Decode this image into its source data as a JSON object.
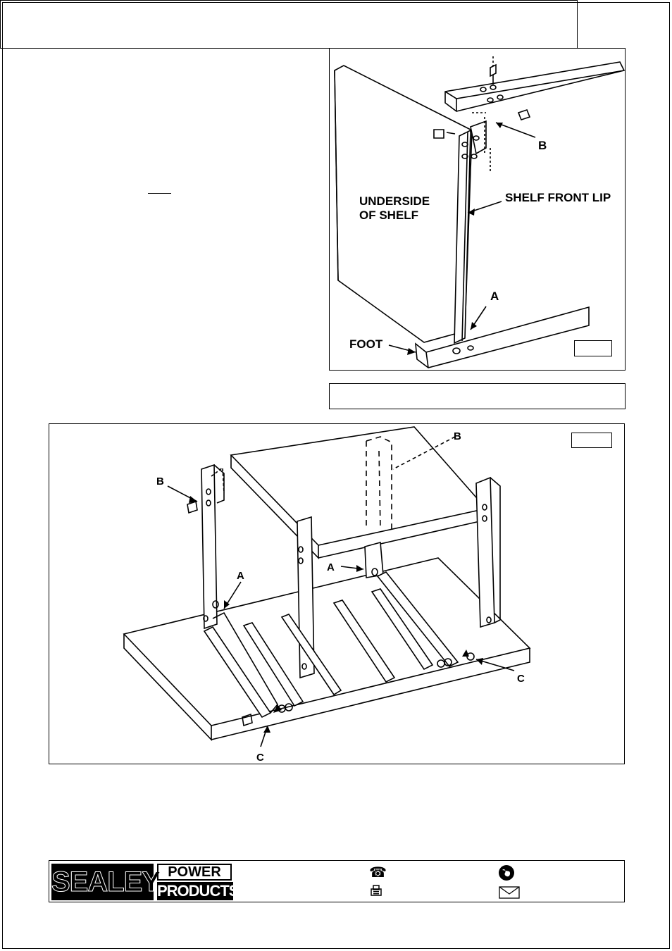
{
  "figure1": {
    "labels": {
      "underside_line1": "UNDERSIDE",
      "underside_line2": "OF SHELF",
      "shelf_front_lip": "SHELF FRONT LIP",
      "b": "B",
      "a": "A",
      "foot": "FOOT"
    }
  },
  "figure2": {
    "labels": {
      "b_top": "B",
      "b_left": "B",
      "a_left": "A",
      "a_mid": "A",
      "c_right": "C",
      "c_bottom": "C"
    }
  },
  "footer": {
    "brand": "SEALEY",
    "power": "POWER",
    "products": "PRODUCTS",
    "icons": [
      "telephone-icon",
      "globe-icon",
      "fax-icon",
      "envelope-icon"
    ]
  }
}
